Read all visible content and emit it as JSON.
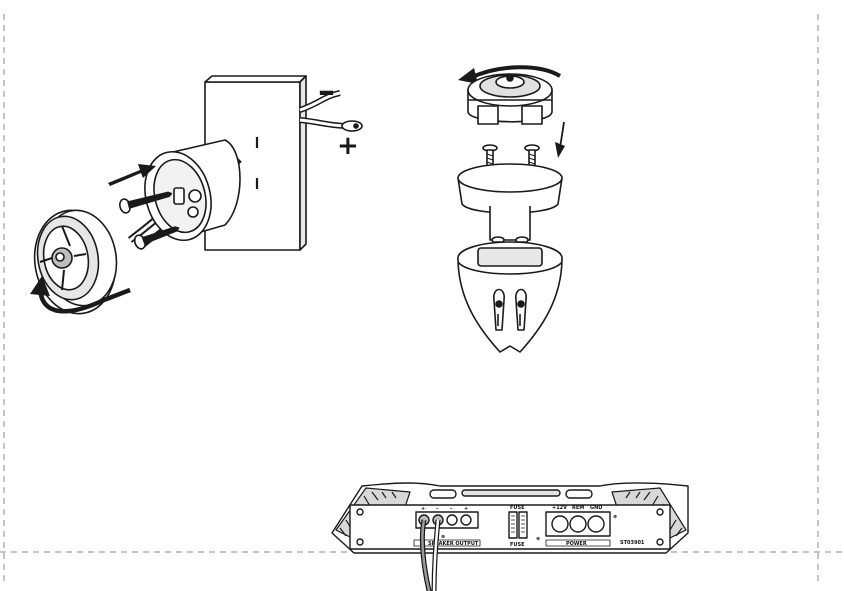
{
  "wire_labels": {
    "negative": "–",
    "positive": "+"
  },
  "amplifier": {
    "terminal_signs": [
      "+",
      "–",
      "–",
      "+"
    ],
    "speaker_output_label": "SPEAKER OUTPUT",
    "ground_symbol": "⊕",
    "fuse_label": "FUSE",
    "fuse_label_bottom": "FUSE",
    "power_terminal_labels": [
      "+12V",
      "REM",
      "GND"
    ],
    "power_label": "POWER",
    "model_label": "ST03901",
    "right_symbol": "⊕"
  },
  "colors": {
    "line": "#1a1a1a",
    "shade": "#9a9a9a",
    "light": "#d4d4d4",
    "guide": "#888888"
  }
}
